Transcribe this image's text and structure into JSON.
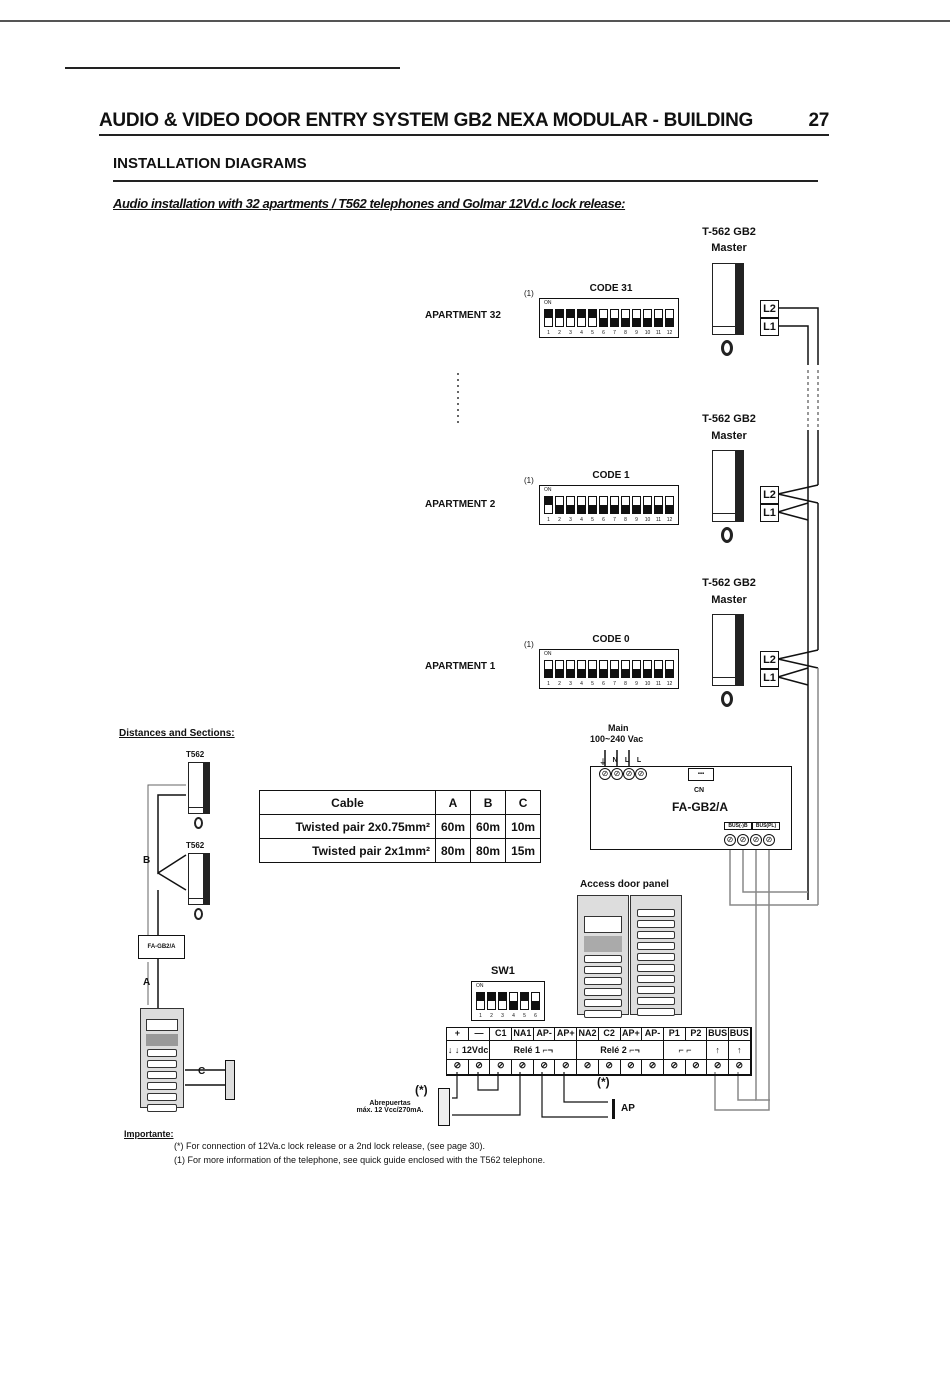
{
  "header": {
    "title": "AUDIO & VIDEO DOOR ENTRY SYSTEM GB2 NEXA MODULAR - BUILDING",
    "page_number": "27",
    "section": "INSTALLATION DIAGRAMS",
    "subtitle": "Audio installation with 32 apartments / T562 telephones and Golmar 12Vd.c lock release:"
  },
  "apartments": [
    {
      "label": "APARTMENT 32",
      "code": "CODE 31",
      "note": "(1)",
      "switches_on": [
        1,
        2,
        3,
        4,
        5
      ],
      "phone_model": "T-562 GB2",
      "phone_role": "Master",
      "terminals": [
        "L2",
        "L1"
      ]
    },
    {
      "label": "APARTMENT 2",
      "code": "CODE 1",
      "note": "(1)",
      "switches_on": [
        1
      ],
      "phone_model": "T-562 GB2",
      "phone_role": "Master",
      "terminals": [
        "L2",
        "L1"
      ]
    },
    {
      "label": "APARTMENT 1",
      "code": "CODE 0",
      "note": "(1)",
      "switches_on": [],
      "phone_model": "T-562 GB2",
      "phone_role": "Master",
      "terminals": [
        "L2",
        "L1"
      ]
    }
  ],
  "dip": {
    "on_label": "ON",
    "numbers": [
      "1",
      "2",
      "3",
      "4",
      "5",
      "6",
      "7",
      "8",
      "9",
      "10",
      "11",
      "12"
    ]
  },
  "power_supply": {
    "mains_label": "Main",
    "mains_voltage": "100~240 Vac",
    "input_terminals": [
      "⏚",
      "N",
      "L",
      "L"
    ],
    "cn_label": "CN",
    "model": "FA-GB2/A",
    "bus_terminals": [
      "BUS(-)B",
      "BUS(PL)"
    ]
  },
  "distances": {
    "heading": "Distances and Sections:",
    "phone_labels": [
      "T562",
      "T562"
    ],
    "psu_label": "FA-GB2/A",
    "segments": [
      "A",
      "B",
      "C"
    ]
  },
  "cable_table": {
    "headers": [
      "Cable",
      "A",
      "B",
      "C"
    ],
    "rows": [
      [
        "Twisted pair 2x0.75mm²",
        "60m",
        "60m",
        "10m"
      ],
      [
        "Twisted pair 2x1mm²",
        "80m",
        "80m",
        "15m"
      ]
    ]
  },
  "door_panel": {
    "label": "Access door panel"
  },
  "sw1": {
    "label": "SW1",
    "on_label": "ON",
    "numbers": [
      "1",
      "2",
      "3",
      "4",
      "5",
      "6"
    ],
    "switches_on": [
      1,
      2,
      3,
      5
    ]
  },
  "terminal_block": {
    "labels": [
      "+",
      "—",
      "C1",
      "NA1",
      "AP-",
      "AP+",
      "NA2",
      "C2",
      "AP+",
      "AP-",
      "P1",
      "P2",
      "BUS",
      "BUS"
    ],
    "supply_label": "12Vdc",
    "relay1_label": "Relé 1",
    "relay2_label": "Relé 2"
  },
  "lock_release": {
    "label_line1": "Abrepuertas",
    "label_line2": "máx. 12 Vcc/270mA.",
    "note_mark": "(*)"
  },
  "exit_button": {
    "label": "AP",
    "note_mark": "(*)"
  },
  "notes": {
    "heading": "Importante:",
    "items": [
      {
        "mark": "(*)",
        "text": "For connection of 12Va.c lock release or a 2nd lock release, (see page 30)."
      },
      {
        "mark": "(1)",
        "text": "For more information of the telephone, see quick guide enclosed with the T562 telephone."
      }
    ]
  }
}
